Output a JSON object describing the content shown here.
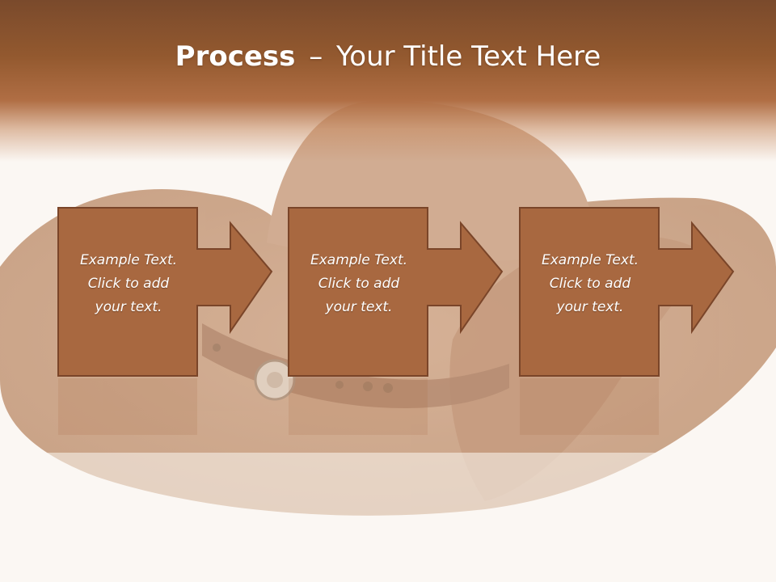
{
  "slide": {
    "title_bold": "Process",
    "title_dash": "–",
    "title_rest": "Your Title Text Here"
  },
  "steps": [
    {
      "line1": "Example Text.",
      "line2": "Click  to add",
      "line3": "your text."
    },
    {
      "line1": "Example Text.",
      "line2": "Click  to add",
      "line3": "your text."
    },
    {
      "line1": "Example Text.",
      "line2": "Click  to add",
      "line3": "your text."
    }
  ],
  "colors": {
    "header_top": "#7a4a2c",
    "box_fill": "#a86840",
    "box_border": "#7a4529",
    "text": "#ffffff",
    "background": "#fbf7f3"
  }
}
